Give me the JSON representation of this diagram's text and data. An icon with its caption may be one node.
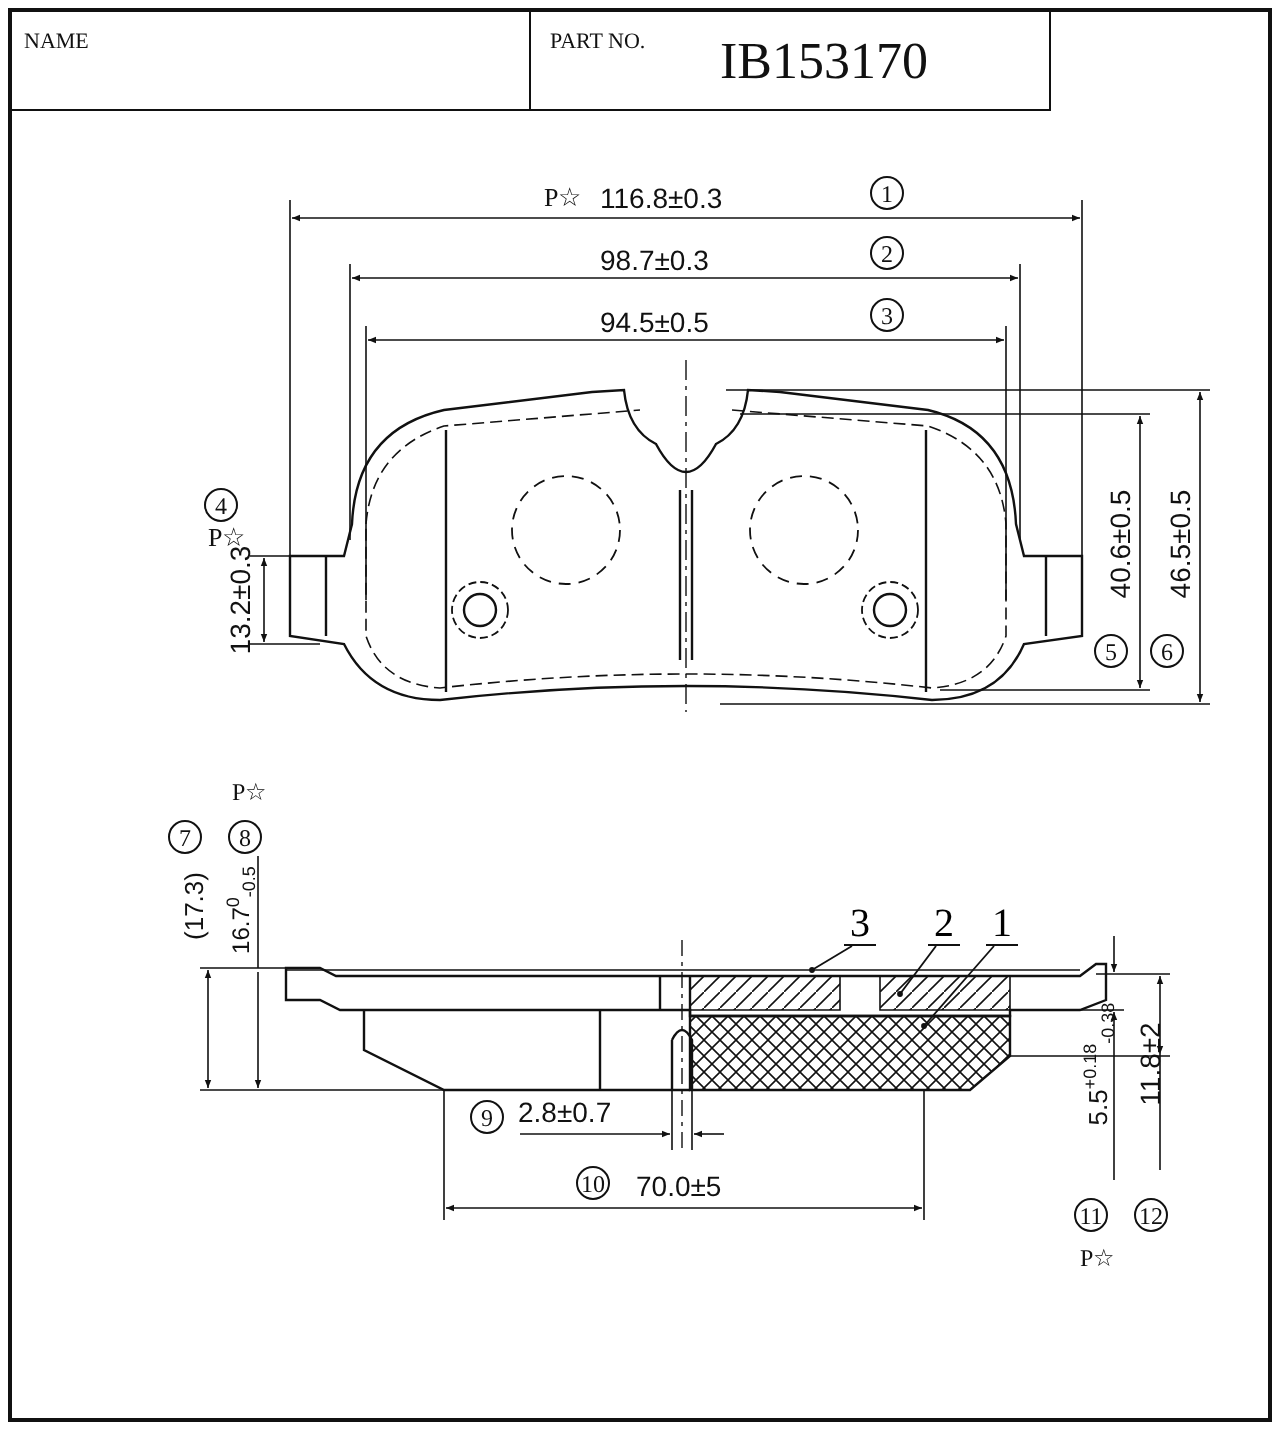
{
  "diagram": {
    "nodes": [
      {
        "text": [
          "3"
        ]
      },
      {
        "text": [
          "2"
        ]
      },
      {
        "text": [
          "1"
        ]
      }
    ],
    "edges": [
      {
        "from": 0,
        "to": null,
        "arrow": "other"
      },
      {
        "from": 1,
        "to": null,
        "arrow": "other"
      },
      {
        "from": 2,
        "to": null,
        "arrow": "other"
      }
    ],
    "labels": [
      "NAME",
      "PART NO.",
      "IB153170",
      "P☆",
      "116.8±0.3",
      "1",
      "98.7±0.3",
      "2",
      "94.5±0.5",
      "3",
      "4",
      "P☆",
      "13.2±0.3",
      "40.6±0.5",
      "46.5±0.5",
      "5",
      "6",
      "P☆",
      "7",
      "8",
      "(17.3)",
      "16.7$^{0}$$_{-0.5}$",
      "9",
      "2.8±0.7",
      "10",
      "70.0±5",
      "5.5$^{+0.18}$$_{-0.38}$",
      "11.8±2",
      "11",
      "12",
      "P☆"
    ]
  }
}
